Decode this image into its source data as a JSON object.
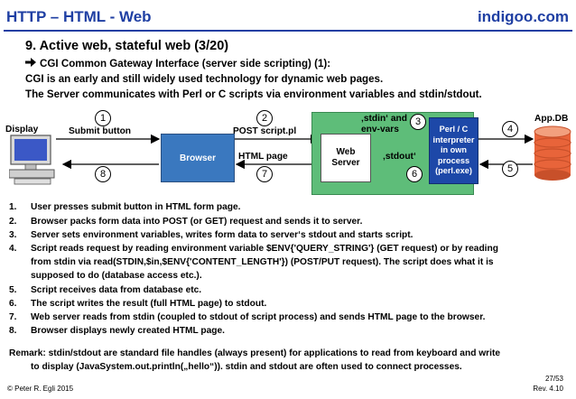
{
  "header": {
    "title": "HTTP – HTML - Web",
    "site": "indigoo.com"
  },
  "slide": {
    "title": "9. Active web, stateful web (3/20)",
    "intro": [
      "CGI Common Gateway Interface (server side scripting) (1):",
      "CGI is an early and still widely used technology for dynamic web pages.",
      "The Server communicates with Perl or C scripts via environment variables and stdin/stdout."
    ]
  },
  "diagram": {
    "display_label": "Display",
    "submit_label": "Submit button",
    "browser_label": "Browser",
    "post_label": "POST script.pl",
    "html_label": "HTML page",
    "webserver_label": "Web\nServer",
    "stdin_label": "‚stdin‘ and\nenv-vars",
    "stdout_label": "‚stdout‘",
    "perl_label": "Perl / C\ninterpreter\nin own\nprocess\n(perl.exe)",
    "appdb_label": "App.DB",
    "markers": [
      "1",
      "2",
      "3",
      "4",
      "5",
      "6",
      "7",
      "8"
    ],
    "colors": {
      "browser": "#3a78bf",
      "server_zone": "#5ebd79",
      "perl": "#1d48a8",
      "db": "#e8643a"
    }
  },
  "steps": [
    {
      "num": "1.",
      "lines": [
        "User presses submit button in HTML form page."
      ]
    },
    {
      "num": "2.",
      "lines": [
        "Browser packs form data into POST (or GET) request and sends it to server."
      ]
    },
    {
      "num": "3.",
      "lines": [
        "Server sets environment variables, writes form data to server‘s stdout and starts script."
      ]
    },
    {
      "num": "4.",
      "lines": [
        "Script reads request by reading environment variable $ENV{'QUERY_STRING'} (GET request) or by reading",
        "from stdin via read(STDIN,$in,$ENV{'CONTENT_LENGTH'}) (POST/PUT request). The script does what it is",
        "supposed to do (database access etc.)."
      ]
    },
    {
      "num": "5.",
      "lines": [
        "Script receives data from database etc."
      ]
    },
    {
      "num": "6.",
      "lines": [
        "The script writes the result (full HTML page) to stdout."
      ]
    },
    {
      "num": "7.",
      "lines": [
        "Web server reads from stdin (coupled to stdout of script process) and sends HTML page to the browser."
      ]
    },
    {
      "num": "8.",
      "lines": [
        "Browser displays newly created HTML page."
      ]
    }
  ],
  "remark": [
    "Remark: stdin/stdout are standard file handles (always present) for applications to read from keyboard and write",
    "to display (JavaSystem.out.println(„hello“)). stdin and stdout are often used to connect processes."
  ],
  "footer": {
    "left": "© Peter R. Egli 2015",
    "page": "27/53",
    "rev": "Rev. 4.10"
  }
}
